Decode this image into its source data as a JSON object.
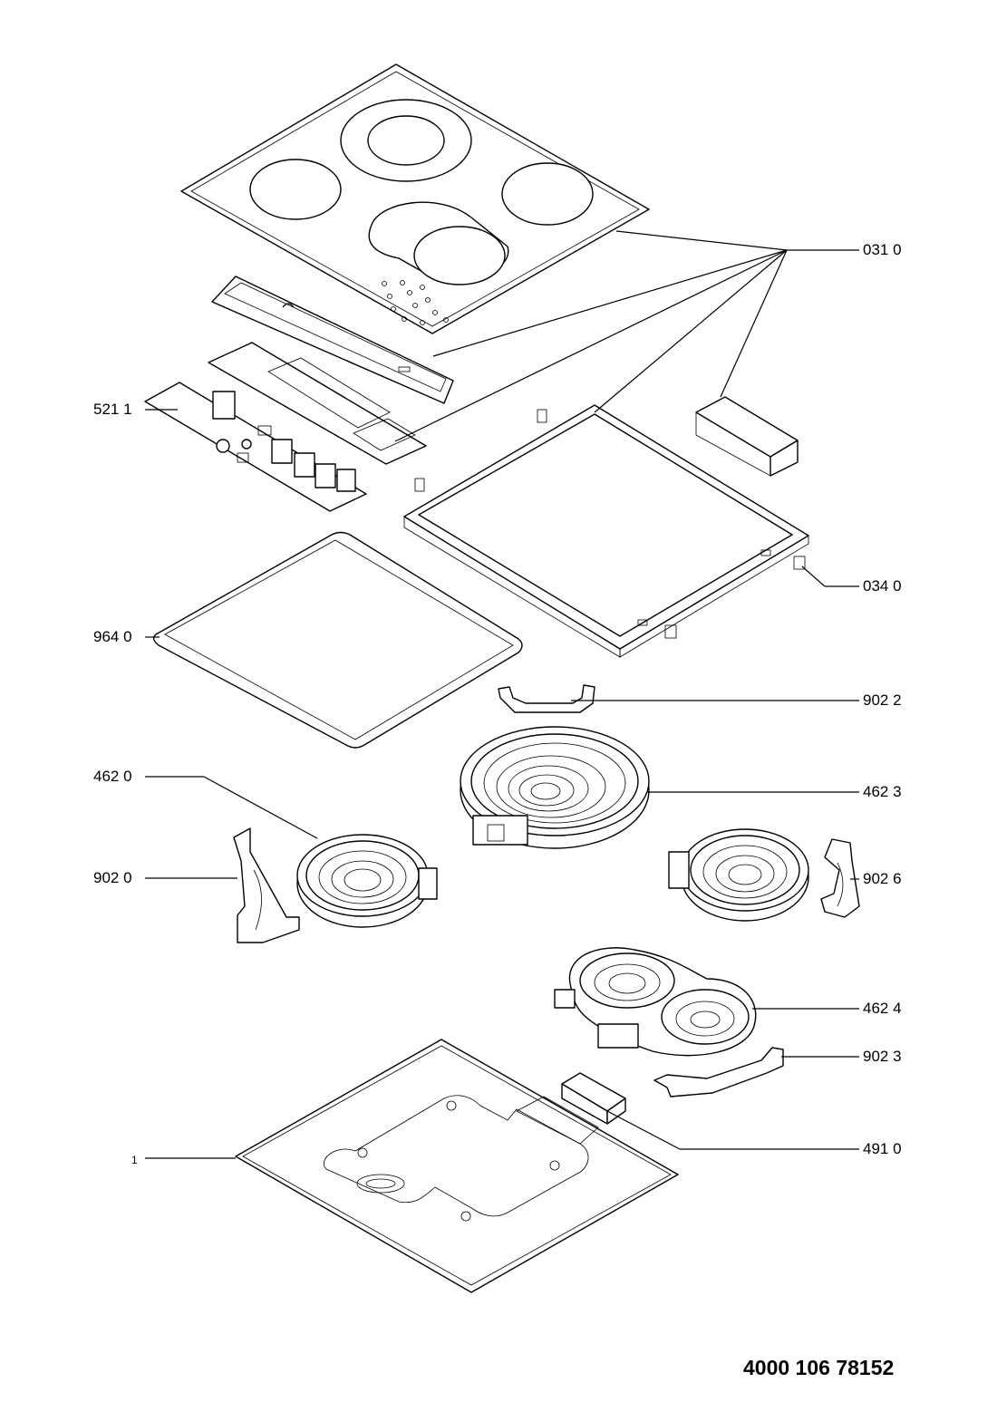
{
  "diagram": {
    "labels": {
      "l0310": "031 0",
      "l5211": "521 1",
      "l0340": "034 0",
      "l9640": "964 0",
      "l9022": "902 2",
      "l4620": "462 0",
      "l4623": "462 3",
      "l9020": "902 0",
      "l9026": "902 6",
      "l4624": "462 4",
      "l9023": "902 3",
      "l1": "1",
      "l4910": "491 0"
    },
    "document_number": "4000 106 78152"
  }
}
